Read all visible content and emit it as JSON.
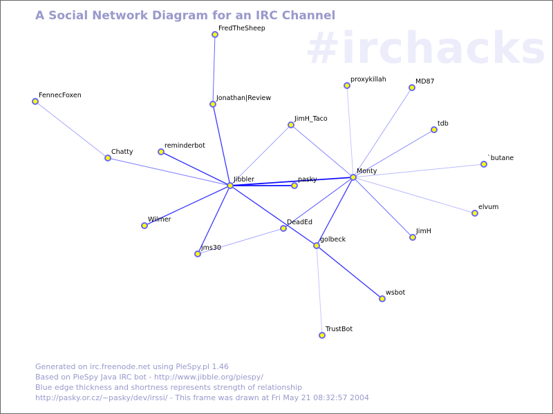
{
  "title": "A Social Network Diagram for an IRC Channel",
  "channel": "#irchacks",
  "colors": {
    "node_fill": "#ffff00",
    "node_stroke": "#6666ff",
    "edge": "#0000ff",
    "text_accent": "#9999cc"
  },
  "nodes": [
    {
      "id": "FredTheSheep"
    },
    {
      "id": "Jonathan|Review"
    },
    {
      "id": "FennecFoxen"
    },
    {
      "id": "Chatty"
    },
    {
      "id": "reminderbot"
    },
    {
      "id": "Jibbler"
    },
    {
      "id": "pasky"
    },
    {
      "id": "JimH_Taco"
    },
    {
      "id": "Wilmer"
    },
    {
      "id": "jms30"
    },
    {
      "id": "DeadEd"
    },
    {
      "id": "golbeck"
    },
    {
      "id": "wsbot"
    },
    {
      "id": "TrustBot"
    },
    {
      "id": "Monty"
    },
    {
      "id": "proxykillah"
    },
    {
      "id": "MD87"
    },
    {
      "id": "tdb"
    },
    {
      "id": "`butane"
    },
    {
      "id": "elvum"
    },
    {
      "id": "JimH"
    }
  ],
  "edges": [
    [
      "FredTheSheep",
      "Jonathan|Review",
      0.6
    ],
    [
      "Jonathan|Review",
      "Jibbler",
      0.8
    ],
    [
      "FennecFoxen",
      "Chatty",
      0.3
    ],
    [
      "Chatty",
      "Jibbler",
      0.5
    ],
    [
      "reminderbot",
      "Jibbler",
      0.9
    ],
    [
      "Wilmer",
      "Jibbler",
      0.8
    ],
    [
      "jms30",
      "Jibbler",
      0.8
    ],
    [
      "jms30",
      "DeadEd",
      0.3
    ],
    [
      "Jibbler",
      "pasky",
      1.0
    ],
    [
      "Jibbler",
      "Monty",
      1.0
    ],
    [
      "Jibbler",
      "JimH_Taco",
      0.3
    ],
    [
      "JimH_Taco",
      "Monty",
      0.45
    ],
    [
      "Jibbler",
      "golbeck",
      0.85
    ],
    [
      "golbeck",
      "wsbot",
      0.85
    ],
    [
      "DeadEd",
      "Monty",
      0.7
    ],
    [
      "golbeck",
      "Monty",
      0.8
    ],
    [
      "golbeck",
      "TrustBot",
      0.15
    ],
    [
      "Monty",
      "proxykillah",
      0.15
    ],
    [
      "Monty",
      "MD87",
      0.3
    ],
    [
      "Monty",
      "tdb",
      0.45
    ],
    [
      "Monty",
      "`butane",
      0.2
    ],
    [
      "Monty",
      "elvum",
      0.2
    ],
    [
      "Monty",
      "JimH",
      0.55
    ]
  ],
  "footer": [
    "Generated on irc.freenode.net using PieSpy.pl 1.46",
    "Based on PieSpy Java IRC bot - http://www.jibble.org/piespy/",
    "Blue edge thickness and shortness represents strength of relationship",
    "http://pasky.or.cz/~pasky/dev/irssi/ - This frame was drawn at Fri May 21 08:32:57 2004"
  ]
}
